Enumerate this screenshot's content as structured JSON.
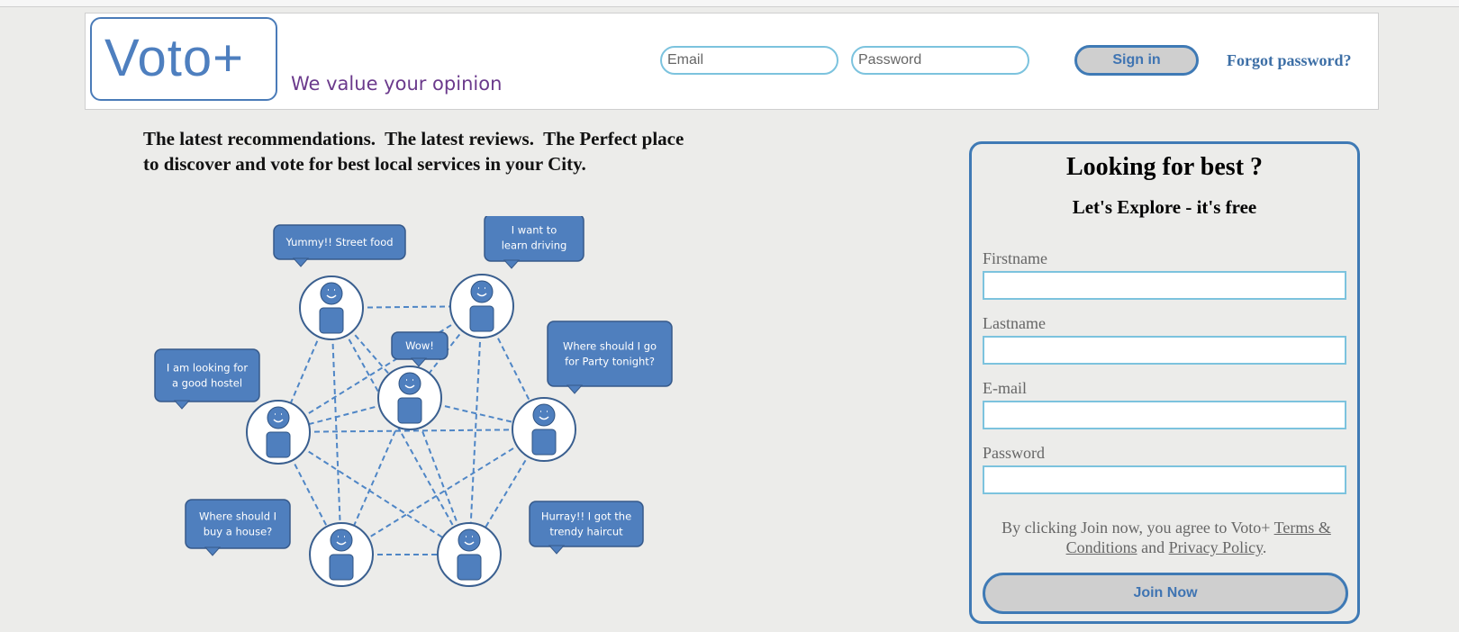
{
  "header": {
    "logo": "Voto+",
    "tagline": "We value your opinion",
    "email_placeholder": "Email",
    "password_placeholder": "Password",
    "signin_label": "Sign in",
    "forgot_label": "Forgot password?"
  },
  "intro": {
    "line1": "The latest recommendations.  The latest reviews.  The Perfect place",
    "line2": "to discover and vote for best local services in your City."
  },
  "illustration": {
    "bubbles": [
      {
        "lines": [
          "Yummy!! Street food"
        ]
      },
      {
        "lines": [
          "I want to",
          "learn driving"
        ]
      },
      {
        "lines": [
          "Wow!"
        ]
      },
      {
        "lines": [
          "Where should I go",
          "for Party tonight?"
        ]
      },
      {
        "lines": [
          "I am looking for",
          "a good hostel"
        ]
      },
      {
        "lines": [
          "Where should I",
          "buy a house?"
        ]
      },
      {
        "lines": [
          "Hurray!! I got the",
          "trendy haircut"
        ]
      }
    ]
  },
  "signup": {
    "title": "Looking for best ?",
    "subtitle": "Let's Explore - it's free",
    "fields": [
      {
        "label": "Firstname"
      },
      {
        "label": "Lastname"
      },
      {
        "label": "E-mail"
      },
      {
        "label": "Password"
      }
    ],
    "terms_prefix": "By clicking Join now, you agree to Voto+ ",
    "terms_link": "Terms & Conditions",
    "terms_and": " and ",
    "privacy_link": "Privacy Policy",
    "terms_suffix": ".",
    "join_label": "Join Now"
  },
  "colors": {
    "brand_blue": "#4e7fbf",
    "button_border": "#3f7ab5",
    "input_border": "#7cc3de",
    "tagline_purple": "#6b3a8c",
    "bubble_blue": "#4f7fbe"
  }
}
